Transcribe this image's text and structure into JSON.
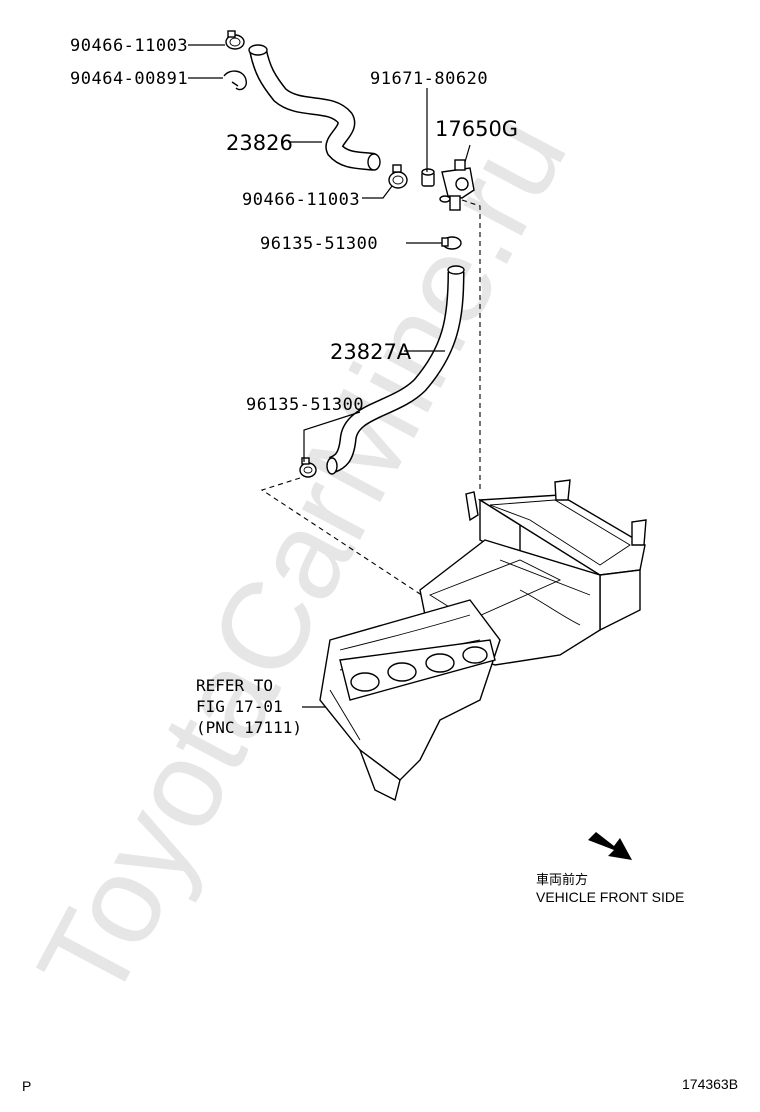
{
  "watermark": "ToyotaCarMine.ru",
  "callouts": [
    {
      "id": "c1",
      "text": "90466-11003"
    },
    {
      "id": "c2",
      "text": "90464-00891"
    },
    {
      "id": "c3",
      "text": "23826"
    },
    {
      "id": "c4",
      "text": "91671-80620"
    },
    {
      "id": "c5",
      "text": "17650G"
    },
    {
      "id": "c6",
      "text": "90466-11003"
    },
    {
      "id": "c7",
      "text": "96135-51300"
    },
    {
      "id": "c8",
      "text": "23827A"
    },
    {
      "id": "c9",
      "text": "96135-51300"
    }
  ],
  "refer_note": [
    "REFER TO",
    "FIG 17-01",
    "(PNC 17111)"
  ],
  "front_direction": {
    "japanese": "車両前方",
    "english": "VEHICLE FRONT SIDE"
  },
  "footer": {
    "left": "P",
    "right": "174363B"
  },
  "icons": {
    "direction_arrow": "arrow-down-right-icon"
  }
}
